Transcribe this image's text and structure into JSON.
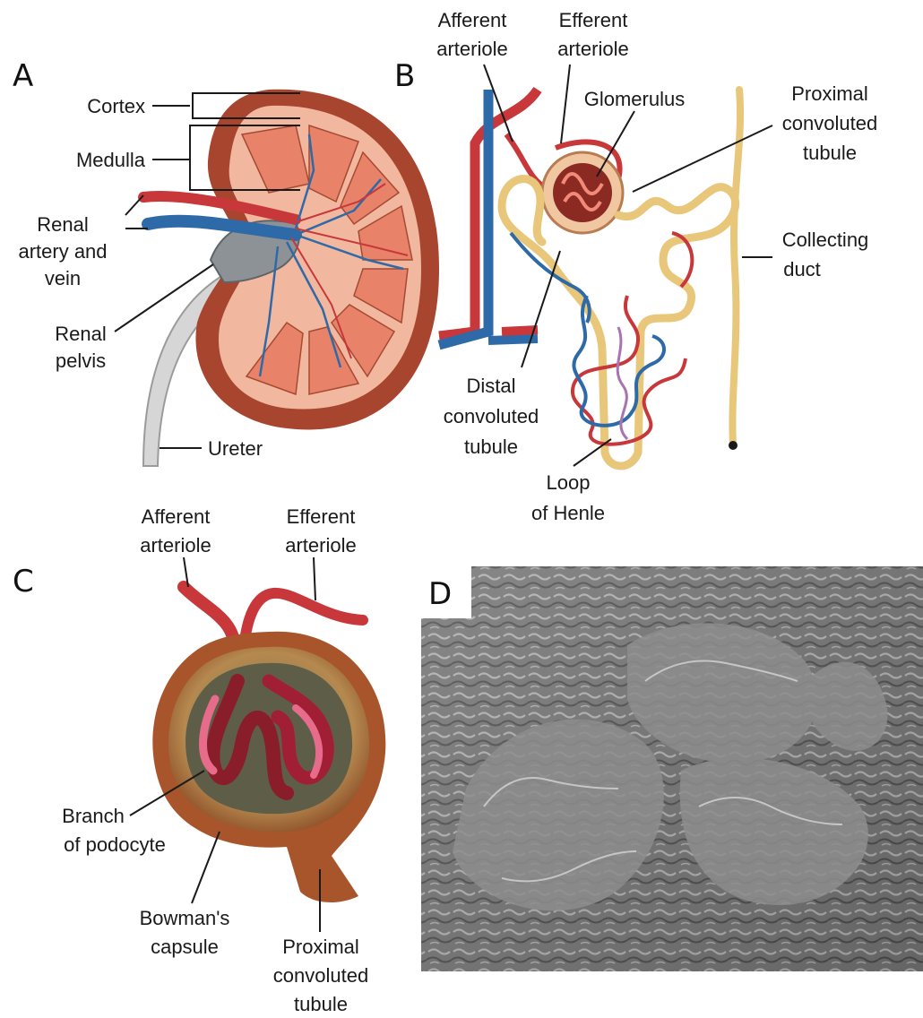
{
  "panels": {
    "a": {
      "letter": "A",
      "labels": {
        "cortex": "Cortex",
        "medulla": "Medulla",
        "renal_artery_vein": [
          "Renal",
          "artery and",
          "vein"
        ],
        "renal_pelvis": [
          "Renal",
          "pelvis"
        ],
        "ureter": "Ureter"
      }
    },
    "b": {
      "letter": "B",
      "labels": {
        "afferent_arteriole": [
          "Afferent",
          "arteriole"
        ],
        "efferent_arteriole": [
          "Efferent",
          "arteriole"
        ],
        "glomerulus": "Glomerulus",
        "proximal_convoluted_tubule": [
          "Proximal",
          "convoluted",
          "tubule"
        ],
        "collecting_duct": [
          "Collecting",
          "duct"
        ],
        "distal_convoluted_tubule": [
          "Distal",
          "convoluted",
          "tubule"
        ],
        "loop_of_henle": [
          "Loop",
          "of Henle"
        ]
      }
    },
    "c": {
      "letter": "C",
      "labels": {
        "afferent_arteriole": [
          "Afferent",
          "arteriole"
        ],
        "efferent_arteriole": [
          "Efferent",
          "arteriole"
        ],
        "branch_of_podocyte": [
          "Branch",
          "of podocyte"
        ],
        "bowmans_capsule": [
          "Bowman's",
          "capsule"
        ],
        "proximal_convoluted_tubule": [
          "Proximal",
          "convoluted",
          "tubule"
        ]
      }
    },
    "d": {
      "letter": "D"
    }
  },
  "colors": {
    "artery": "#c8373a",
    "vein": "#2f6aa8",
    "tubule": "#e8c77a",
    "kidney_outer": "#a8452f",
    "pyramid": "#e8836a",
    "ureter": "#d9d9d9",
    "sem_gray": "#8a8a8a"
  }
}
